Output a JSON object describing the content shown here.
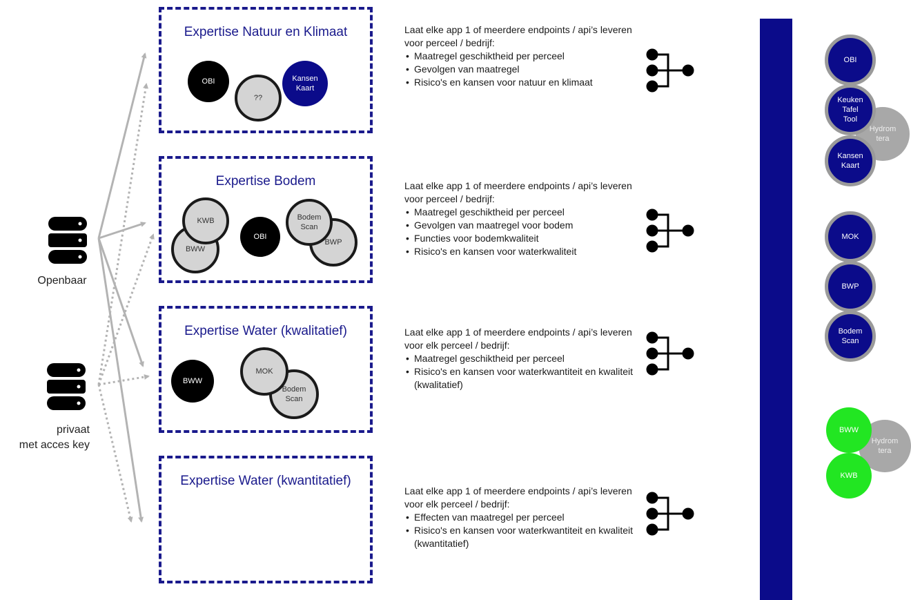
{
  "sources": {
    "public_label": "Openbaar",
    "private_label": "privaat\nmet acces key"
  },
  "boxes": [
    {
      "title": "Expertise Natuur en Klimaat",
      "circles": [
        "OBI",
        "??",
        "Kansen\nKaart"
      ]
    },
    {
      "title": "Expertise Bodem",
      "circles": [
        "KWB",
        "BWW",
        "OBI",
        "Bodem\nScan",
        "BWP"
      ]
    },
    {
      "title": "Expertise Water (kwalitatief)",
      "circles": [
        "BWW",
        "MOK",
        "Bodem\nScan"
      ]
    },
    {
      "title": "Expertise Water (kwantitatief)",
      "circles": []
    }
  ],
  "info": [
    {
      "intro": "Laat elke app 1 of meerdere endpoints / api’s leveren voor perceel / bedrijf:",
      "bullets": [
        "Maatregel geschiktheid per perceel",
        "Gevolgen van maatregel",
        "Risico's en kansen voor natuur en klimaat"
      ]
    },
    {
      "intro": "Laat elke app 1 of meerdere endpoints / api’s leveren voor perceel / bedrijf:",
      "bullets": [
        "Maatregel geschiktheid per perceel",
        "Gevolgen van maatregel voor bodem",
        "Functies voor bodemkwaliteit",
        "Risico's en kansen voor waterkwaliteit"
      ]
    },
    {
      "intro": "Laat elke app 1 of meerdere endpoints / api’s leveren voor elk perceel / bedrijf:",
      "bullets": [
        "Maatregel geschiktheid per perceel",
        "Risico's en kansen voor waterkwantiteit en kwaliteit (kwalitatief)"
      ]
    },
    {
      "intro": "Laat elke app 1 of meerdere endpoints / api’s leveren voor elk perceel / bedrijf:",
      "bullets": [
        "Effecten van maatregel per perceel",
        "Risico's en kansen voor waterkwantiteit en kwaliteit (kwantitatief)"
      ]
    }
  ],
  "right_column": {
    "group1": [
      "OBI",
      "Keuken\nTafel\nTool",
      "Kansen\nKaart",
      "Hydrom\ntera"
    ],
    "group2": [
      "MOK",
      "BWP",
      "Bodem\nScan"
    ],
    "group3": [
      "BWW",
      "KWB",
      "Hydrom\ntera"
    ]
  },
  "colors": {
    "box_border": "#1a1a8c",
    "bar": "#0b0b8a",
    "green": "#22e622",
    "arrow": "#b3b3b3"
  }
}
